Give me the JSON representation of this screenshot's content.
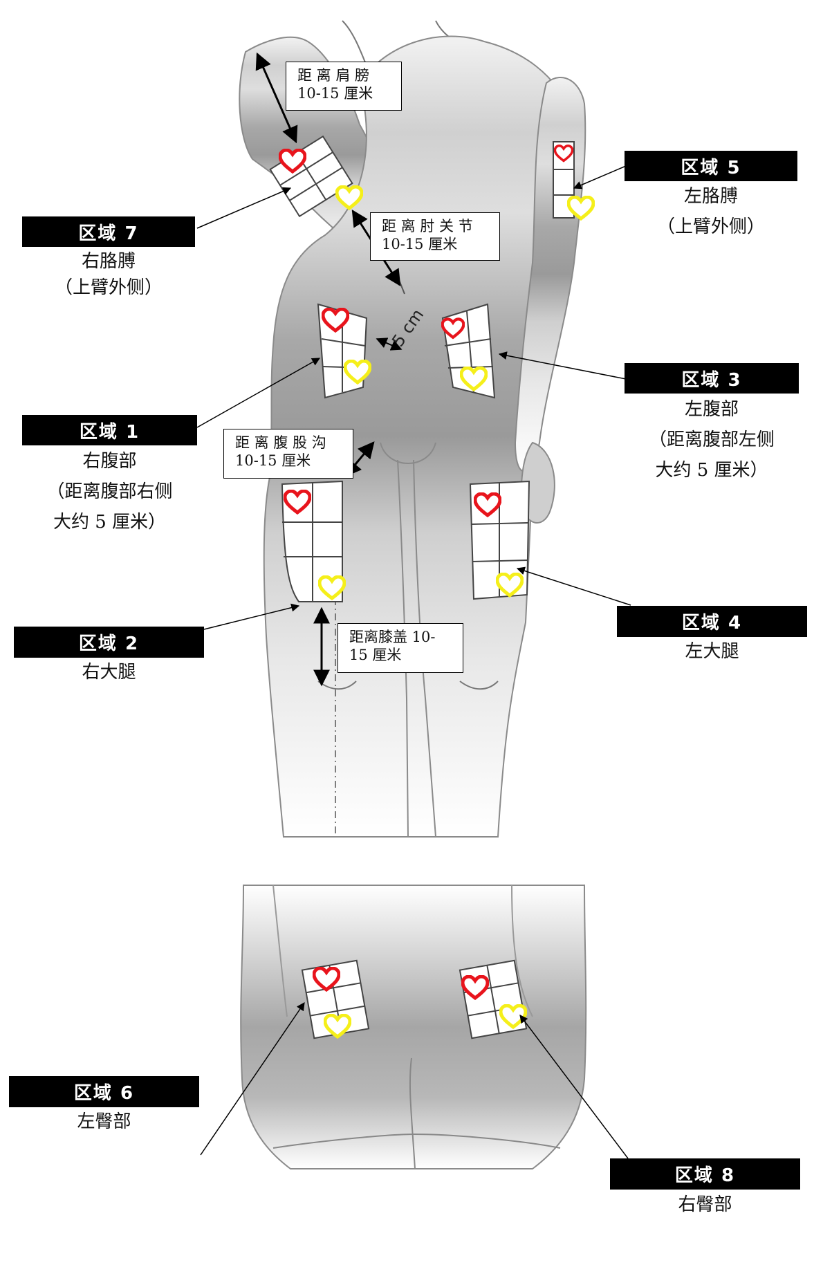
{
  "zones": [
    {
      "id": "zone7",
      "title": "区域 7",
      "desc": [
        "右胳膊",
        "（上臂外侧）"
      ]
    },
    {
      "id": "zone5",
      "title": "区域 5",
      "desc": [
        "左胳膊",
        "（上臂外侧）"
      ]
    },
    {
      "id": "zone1",
      "title": "区域 1",
      "desc": [
        "右腹部",
        "（距离腹部右侧",
        "大约 5 厘米）"
      ]
    },
    {
      "id": "zone3",
      "title": "区域 3",
      "desc": [
        "左腹部",
        "（距离腹部左侧",
        "大约 5 厘米）"
      ]
    },
    {
      "id": "zone2",
      "title": "区域 2",
      "desc": [
        "右大腿"
      ]
    },
    {
      "id": "zone4",
      "title": "区域 4",
      "desc": [
        "左大腿"
      ]
    },
    {
      "id": "zone6",
      "title": "区域 6",
      "desc": [
        "左臀部"
      ]
    },
    {
      "id": "zone8",
      "title": "区域 8",
      "desc": [
        "右臀部"
      ]
    }
  ],
  "measurements": {
    "shoulder": "距 离 肩 膀\n10-15 厘米",
    "elbow": "距 离 肘 关 节\n10-15 厘米",
    "groin": "距 离 腹 股 沟\n10-15 厘米",
    "knee": "距离膝盖 10-\n15 厘米"
  },
  "cm_label": "5 cm",
  "colors": {
    "start_heart": "#e8141c",
    "end_heart": "#f5ef1a",
    "label_bg": "#000000"
  },
  "icons": {
    "start": "heart-icon-red",
    "end": "heart-icon-yellow"
  }
}
